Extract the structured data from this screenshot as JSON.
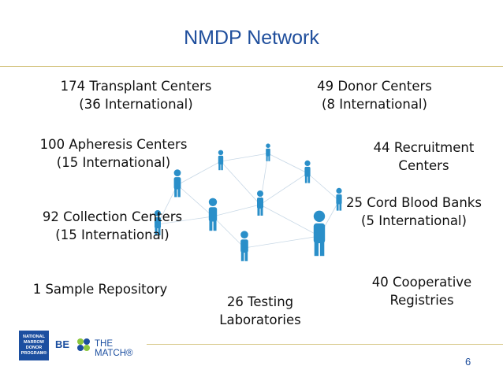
{
  "slide": {
    "title": "NMDP Network",
    "page_number": "6"
  },
  "items": {
    "transplant": {
      "line1": "174 Transplant Centers",
      "line2": "(36 International)"
    },
    "donor": {
      "line1": "49 Donor Centers",
      "line2": "(8 International)"
    },
    "apheresis": {
      "line1": "100 Apheresis  Centers",
      "line2": "(15 International)"
    },
    "recruitment": {
      "line1": "44 Recruitment",
      "line2": "Centers"
    },
    "collection": {
      "line1": "92 Collection Centers",
      "line2": "(15 International)"
    },
    "cord_blood": {
      "line1": "25 Cord Blood Banks",
      "line2": "(5 International)"
    },
    "repository": {
      "line1": "1 Sample Repository"
    },
    "testing": {
      "line1": "26 Testing",
      "line2": "Laboratories"
    },
    "cooperative": {
      "line1": "40 Cooperative",
      "line2": "Registries"
    }
  },
  "logo": {
    "box_text": "NATIONAL MARROW DONOR PROGRAM®",
    "be": "BE",
    "match": "THE MATCH®"
  },
  "colors": {
    "title": "#1f4e9c",
    "rule": "#d8c98a",
    "figure": "#2a8fc9",
    "logo": "#1c4fa0"
  },
  "icons": {
    "network": "people-network-image",
    "logo_mark": "be-the-match-mark"
  }
}
